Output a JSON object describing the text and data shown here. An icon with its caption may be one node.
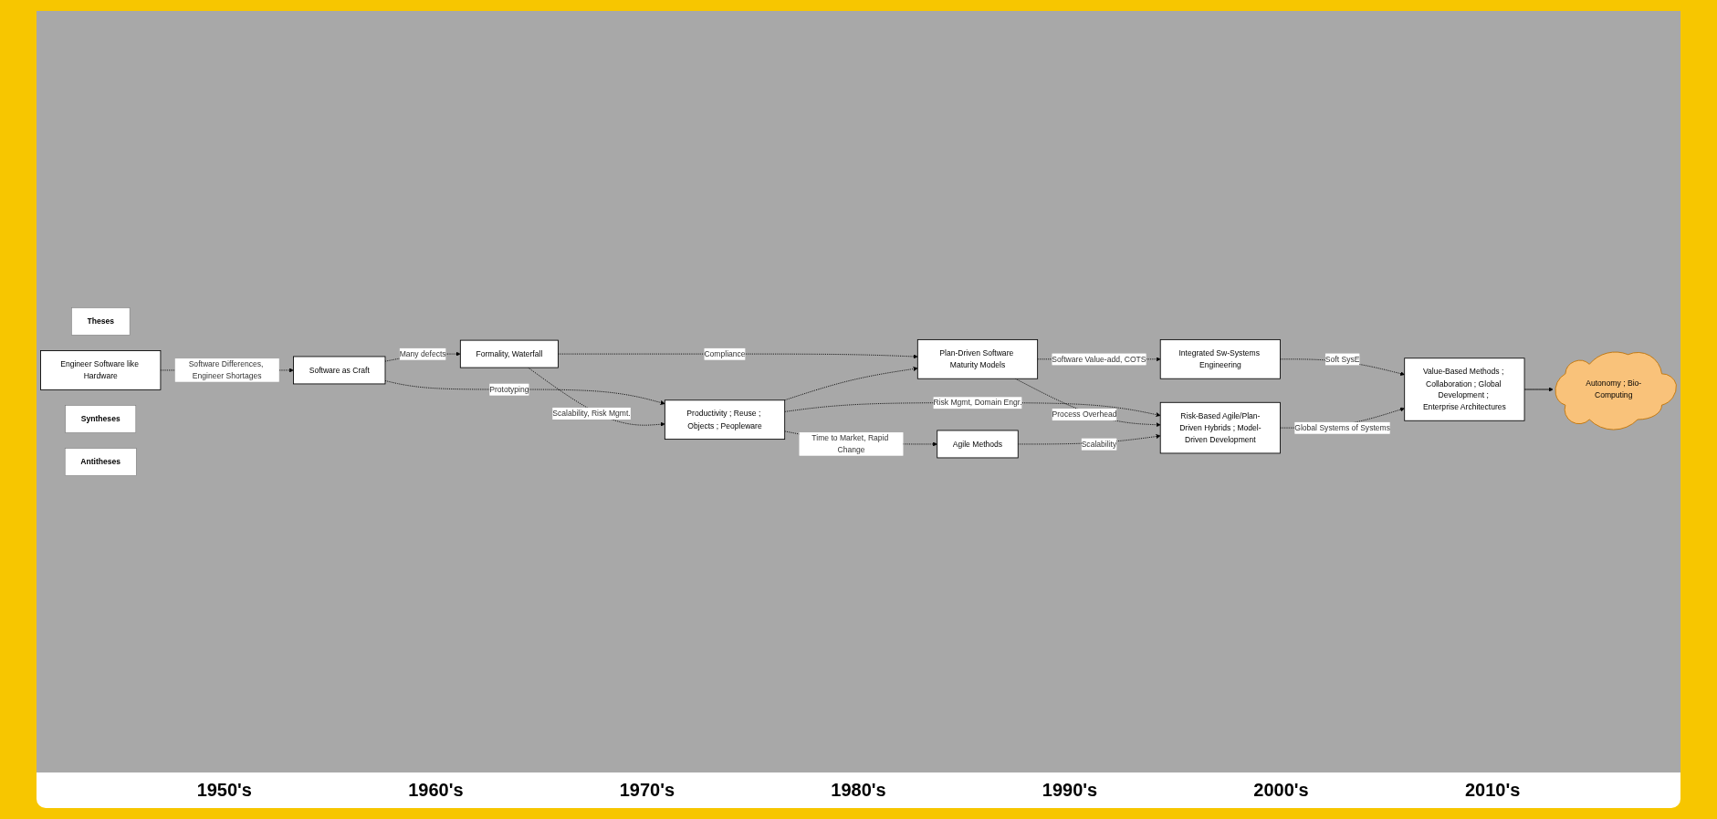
{
  "diagram": {
    "nodes": [
      {
        "text": [
          "Theses"
        ]
      },
      {
        "text": [
          "Engineer Software like Hardware"
        ]
      },
      {
        "text": [
          "Formality, Waterfall"
        ]
      },
      {
        "text": [
          "Plan-Driven Software Maturity Models"
        ]
      },
      {
        "text": [
          "Integrated Sw-Systems Engineering"
        ]
      },
      {
        "text": [
          "Syntheses"
        ]
      },
      {
        "text": [
          "Productivity ; Reuse ; Objects ; Peopleware"
        ]
      },
      {
        "text": [
          "Risk-Based Agile/Plan-Driven Hybrids ; Model-Driven Development"
        ]
      },
      {
        "text": [
          "Value-Based Methods ; Collaboration ; Global Development ; Enterprise Architectures"
        ]
      },
      {
        "text": [
          "Autonomy ; Bio-Computing"
        ]
      },
      {
        "text": [
          "Antitheses"
        ]
      },
      {
        "text": [
          "Software as Craft"
        ]
      },
      {
        "text": [
          "Agile Methods"
        ]
      }
    ],
    "edges": [
      {
        "from": 1,
        "to": 11,
        "arrow": "to",
        "label": "Software Differences, Engineer Shortages",
        "style": "dashed"
      },
      {
        "from": 11,
        "to": 2,
        "arrow": "to",
        "label": "Many defects",
        "style": "dashed"
      },
      {
        "from": 11,
        "to": 6,
        "arrow": "to",
        "label": "Prototyping",
        "style": "dashed"
      },
      {
        "from": 2,
        "to": 6,
        "arrow": "to",
        "label": "Scalability, Risk Mgmt.",
        "style": "dashed"
      },
      {
        "from": 2,
        "to": 3,
        "arrow": "to",
        "label": "Compliance",
        "style": "dashed"
      },
      {
        "from": 6,
        "to": 3,
        "arrow": "to",
        "style": "dashed"
      },
      {
        "from": 6,
        "to": 7,
        "arrow": "to",
        "label": "Risk Mgmt, Domain Engr.",
        "style": "dashed"
      },
      {
        "from": 6,
        "to": 12,
        "arrow": "to",
        "label": "Time to Market, Rapid Change",
        "style": "dashed"
      },
      {
        "from": 3,
        "to": 7,
        "arrow": "to",
        "label": "Process Overhead",
        "style": "dashed"
      },
      {
        "from": 3,
        "to": 4,
        "arrow": "to",
        "label": "Software Value-add, COTS",
        "style": "dashed"
      },
      {
        "from": 12,
        "to": 7,
        "arrow": "to",
        "label": "Scalability",
        "style": "dashed"
      },
      {
        "from": 4,
        "to": 8,
        "arrow": "to",
        "label": "Soft SysE",
        "style": "dashed"
      },
      {
        "from": 7,
        "to": 8,
        "arrow": "to",
        "label": "Global Systems of Systems",
        "style": "dashed"
      },
      {
        "from": 8,
        "to": 9,
        "arrow": "to"
      }
    ],
    "labels": [
      "1950's",
      "1960's",
      "1970's",
      "1980's",
      "1990's",
      "2000's",
      "2010's"
    ]
  }
}
